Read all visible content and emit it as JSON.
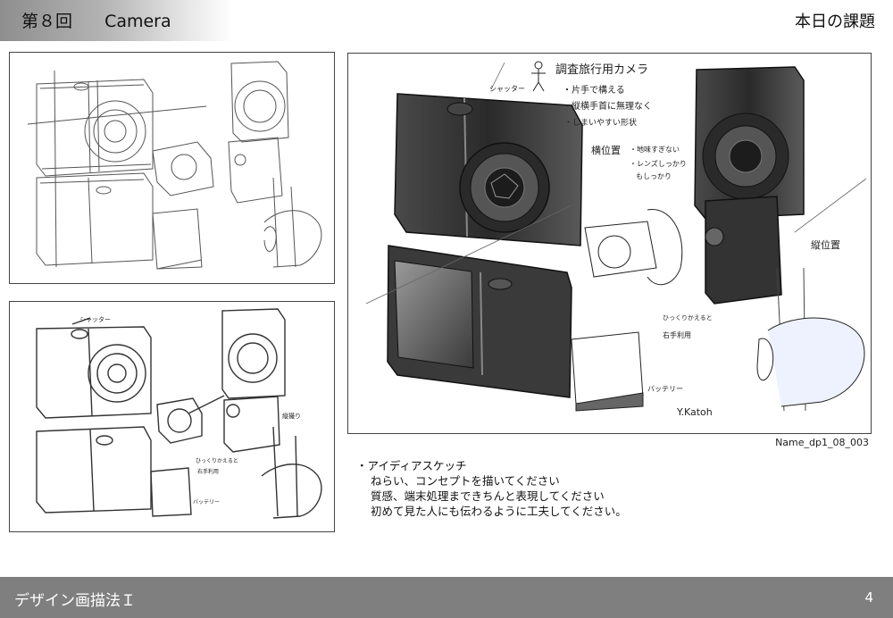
{
  "header": {
    "lesson": "第８回",
    "topic": "Camera",
    "right_title": "本日の課題"
  },
  "main_sketch": {
    "filename": "Name_dp1_08_003",
    "annotations": {
      "title": "調査旅行用カメラ",
      "shutter": "シャッター",
      "point1": "・片手で構える",
      "point2": "・縦横手首に無理なく",
      "point3": "・しまいやすい形状",
      "horizontal": "横位置",
      "horizontal_note1": "・地味すぎない",
      "horizontal_note2": "・レンズしっかり",
      "horizontal_note3": "もしっかり",
      "vertical": "縦位置",
      "grip_note1": "ひっくりかえると",
      "grip_note2": "右手利用",
      "battery": "バッテリー",
      "signature": "Y.Katoh"
    }
  },
  "sketch2_labels": {
    "shutter": "シャッター",
    "vertical": "縦撮り",
    "grip_note1": "ひっくりかえると",
    "grip_note2": "右手利用",
    "battery": "バッテリー"
  },
  "instructions": {
    "heading": "・アイディアスケッチ",
    "lines": [
      "ねらい、コンセプトを描いてください",
      "質感、端末処理まできちんと表現してください",
      "初めて見た人にも伝わるように工夫してください。"
    ]
  },
  "footer": {
    "course": "デザイン画描法Ｉ",
    "page": "4"
  }
}
